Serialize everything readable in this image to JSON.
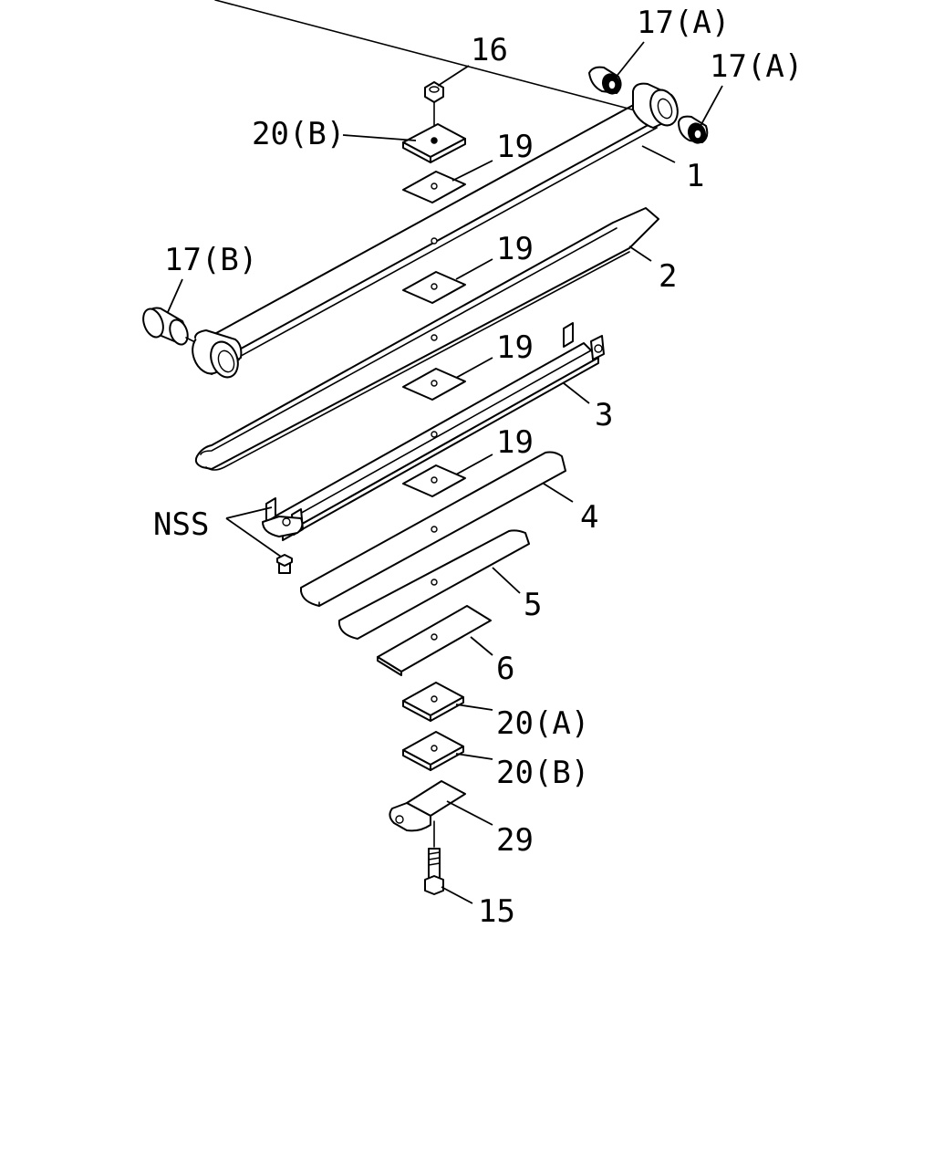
{
  "labels": {
    "l1": "1",
    "l2": "2",
    "l3": "3",
    "l4": "4",
    "l5": "5",
    "l6": "6",
    "l15": "15",
    "l16": "16",
    "l17a_top": "17(A)",
    "l17a_right": "17(A)",
    "l17b": "17(B)",
    "l19_1": "19",
    "l19_2": "19",
    "l19_3": "19",
    "l19_4": "19",
    "l20a": "20(A)",
    "l20b_top": "20(B)",
    "l20b_bottom": "20(B)",
    "l29": "29",
    "nss": "NSS"
  }
}
